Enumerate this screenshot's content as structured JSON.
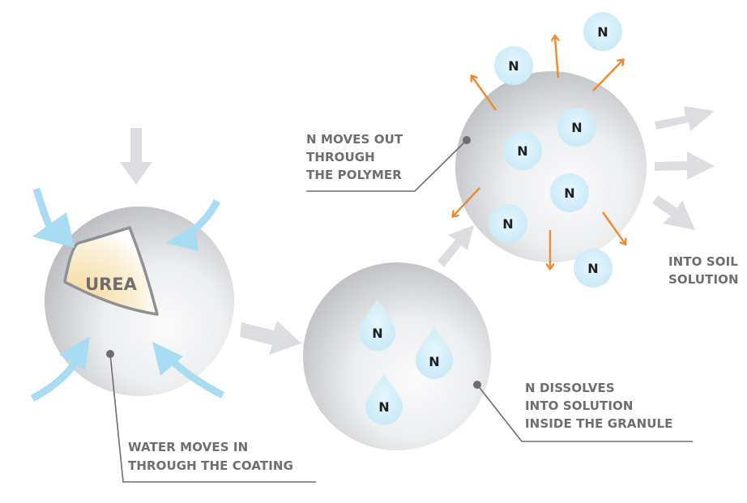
{
  "colors": {
    "sphere_light": "#f7f8f9",
    "sphere_dark": "#b5b7bb",
    "water_arrow": "#a8dcf3",
    "gray_arrow": "#dcdde0",
    "orange_arrow": "#ef8a2a",
    "n_particle": "#d3eefa",
    "label_text": "#6d6e71",
    "leader_line": "#6d6e71",
    "urea_core": "#f7e3b4"
  },
  "stage1": {
    "core_label": "UREA",
    "caption_lines": [
      "WATER MOVES IN",
      "THROUGH THE COATING"
    ]
  },
  "stage2": {
    "particle_label": "N",
    "caption_lines": [
      "N DISSOLVES",
      "INTO SOLUTION",
      "INSIDE THE GRANULE"
    ]
  },
  "stage3": {
    "particle_label": "N",
    "caption_lines": [
      "N MOVES OUT",
      "THROUGH",
      "THE POLYMER"
    ],
    "outlet_lines": [
      "INTO SOIL",
      "SOLUTION"
    ]
  }
}
